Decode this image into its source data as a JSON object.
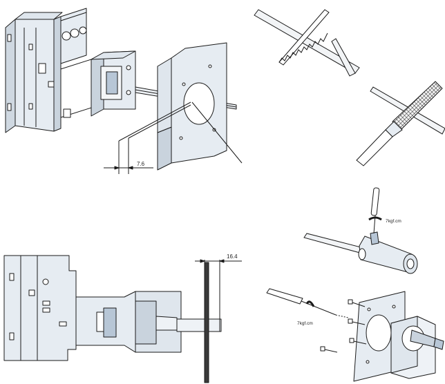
{
  "dimensions": {
    "shaft_gap": "7.6",
    "panel_offset": "16.4"
  },
  "torques": {
    "shaft_screw": "7kgf.cm",
    "panel_screws": "7kgf.cm"
  },
  "colors": {
    "body_fill": "#e6ecf2",
    "body_dark": "#c9d3dd",
    "accent_fill": "#b7c6d6",
    "stroke": "#1a1a1a"
  }
}
